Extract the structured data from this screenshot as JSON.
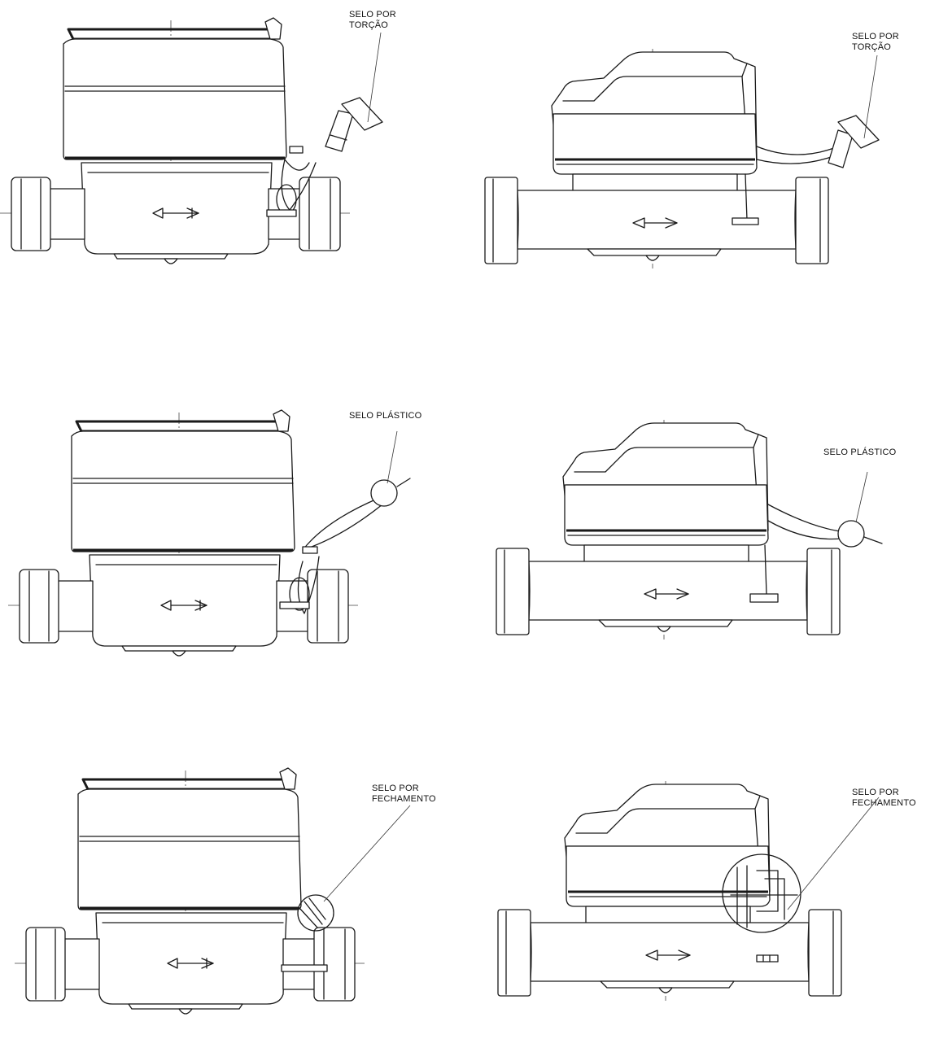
{
  "labels": {
    "a_left": "SELO POR\nTORÇÃO",
    "a_right": "SELO POR\nTORÇÃO",
    "b_left": "SELO PLÁSTICO",
    "b_right": "SELO PLÁSTICO",
    "c_left": "SELO POR\nFECHAMENTO",
    "c_right": "SELO POR\nFECHAMENTO"
  }
}
